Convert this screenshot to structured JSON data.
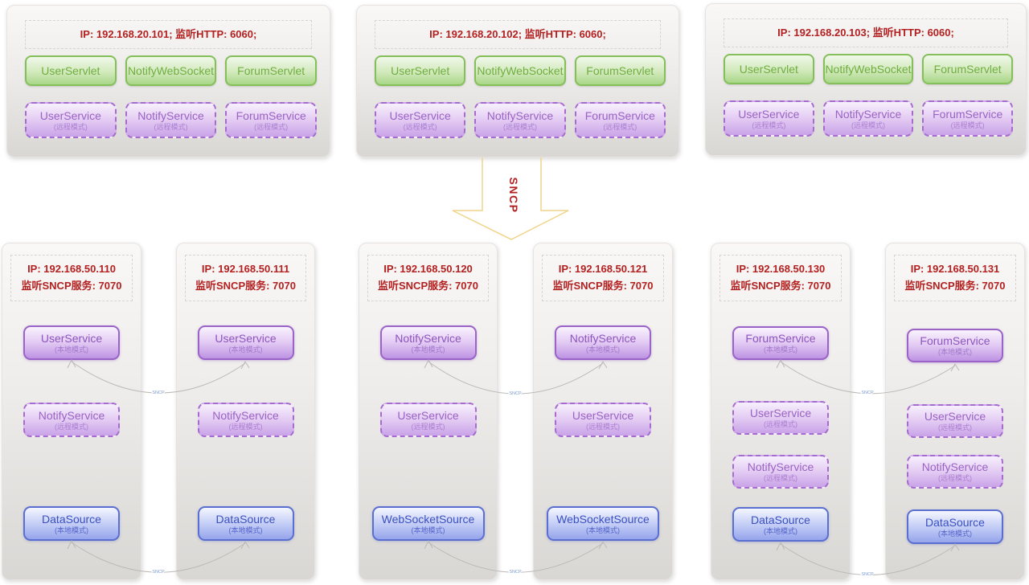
{
  "arrow_label": "SNCP",
  "connector_label": "SNCP",
  "colors": {
    "red_text": "#b32020",
    "green_border": "#84bf5a",
    "purple_border": "#9a63c8",
    "purple_dashed_border": "#a66bce",
    "blue_border": "#5a6fd0",
    "arrow_outline": "#f0d48a",
    "connector_line": "#bbb9b6",
    "connector_label_color": "#7b9bd0"
  },
  "web_servers": [
    {
      "header": "IP: 192.168.20.101;  监听HTTP: 6060;",
      "servlets": [
        "UserServlet",
        "NotifyWebSocket",
        "ForumServlet"
      ],
      "services": [
        {
          "name": "UserService",
          "mode": "(远程模式)"
        },
        {
          "name": "NotifyService",
          "mode": "(远程模式)"
        },
        {
          "name": "ForumService",
          "mode": "(远程模式)"
        }
      ]
    },
    {
      "header": "IP: 192.168.20.102;  监听HTTP: 6060;",
      "servlets": [
        "UserServlet",
        "NotifyWebSocket",
        "ForumServlet"
      ],
      "services": [
        {
          "name": "UserService",
          "mode": "(远程模式)"
        },
        {
          "name": "NotifyService",
          "mode": "(远程模式)"
        },
        {
          "name": "ForumService",
          "mode": "(远程模式)"
        }
      ]
    },
    {
      "header": "IP: 192.168.20.103;  监听HTTP: 6060;",
      "servlets": [
        "UserServlet",
        "NotifyWebSocket",
        "ForumServlet"
      ],
      "services": [
        {
          "name": "UserService",
          "mode": "(远程模式)"
        },
        {
          "name": "NotifyService",
          "mode": "(远程模式)"
        },
        {
          "name": "ForumService",
          "mode": "(远程模式)"
        }
      ]
    }
  ],
  "service_nodes": [
    {
      "ip": "IP: 192.168.50.110",
      "listen": "监听SNCP服务: 7070",
      "components": [
        {
          "name": "UserService",
          "mode": "(本地模式)"
        },
        {
          "name": "NotifyService",
          "mode": "(远程模式)"
        },
        {
          "name": "DataSource",
          "mode": "(本地模式)"
        }
      ]
    },
    {
      "ip": "IP: 192.168.50.111",
      "listen": "监听SNCP服务: 7070",
      "components": [
        {
          "name": "UserService",
          "mode": "(本地模式)"
        },
        {
          "name": "NotifyService",
          "mode": "(远程模式)"
        },
        {
          "name": "DataSource",
          "mode": "(本地模式)"
        }
      ]
    },
    {
      "ip": "IP: 192.168.50.120",
      "listen": "监听SNCP服务: 7070",
      "components": [
        {
          "name": "NotifyService",
          "mode": "(本地模式)"
        },
        {
          "name": "UserService",
          "mode": "(远程模式)"
        },
        {
          "name": "WebSocketSource",
          "mode": "(本地模式)"
        }
      ]
    },
    {
      "ip": "IP: 192.168.50.121",
      "listen": "监听SNCP服务: 7070",
      "components": [
        {
          "name": "NotifyService",
          "mode": "(本地模式)"
        },
        {
          "name": "UserService",
          "mode": "(远程模式)"
        },
        {
          "name": "WebSocketSource",
          "mode": "(本地模式)"
        }
      ]
    },
    {
      "ip": "IP: 192.168.50.130",
      "listen": "监听SNCP服务: 7070",
      "components": [
        {
          "name": "ForumService",
          "mode": "(本地模式)"
        },
        {
          "name": "UserService",
          "mode": "(远程模式)"
        },
        {
          "name": "NotifyService",
          "mode": "(远程模式)"
        },
        {
          "name": "DataSource",
          "mode": "(本地模式)"
        }
      ]
    },
    {
      "ip": "IP: 192.168.50.131",
      "listen": "监听SNCP服务: 7070",
      "components": [
        {
          "name": "ForumService",
          "mode": "(本地模式)"
        },
        {
          "name": "UserService",
          "mode": "(远程模式)"
        },
        {
          "name": "NotifyService",
          "mode": "(远程模式)"
        },
        {
          "name": "DataSource",
          "mode": "(本地模式)"
        }
      ]
    }
  ]
}
